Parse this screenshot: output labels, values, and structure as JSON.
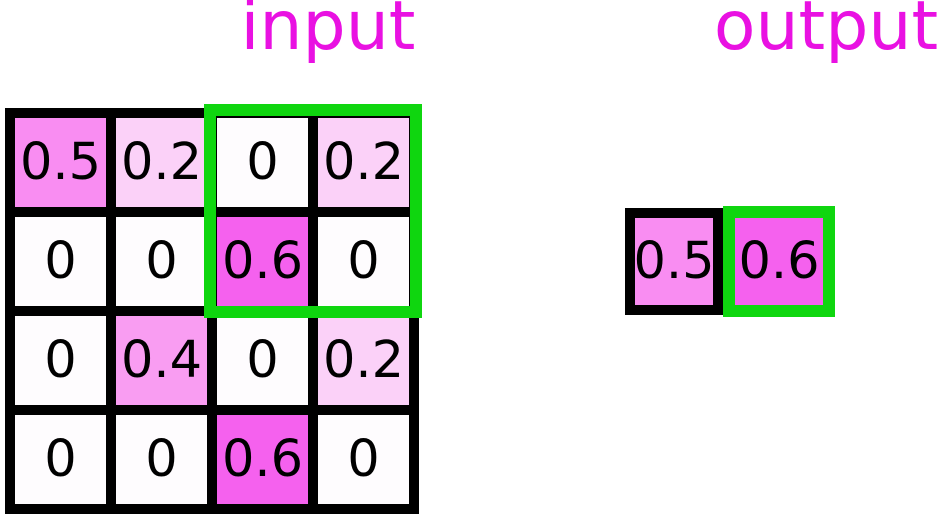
{
  "titles": {
    "input": "input",
    "output": "output"
  },
  "colors": {
    "title_text": "#e911e2",
    "highlight_green": "#0fd60f",
    "gridline_black": "#000000",
    "cell_text": "#000000",
    "background": "#ffffff",
    "value_fill_scale": {
      "0": "#fefcfe",
      "0.2": "#fbd1f8",
      "0.4": "#f99df2",
      "0.5": "#f98df2",
      "0.6": "#f561ee"
    }
  },
  "input_grid": {
    "rows": 4,
    "cols": 4,
    "values": [
      [
        "0.5",
        "0.2",
        "0",
        "0.2"
      ],
      [
        "0",
        "0",
        "0.6",
        "0"
      ],
      [
        "0",
        "0.4",
        "0",
        "0.2"
      ],
      [
        "0",
        "0",
        "0.6",
        "0"
      ]
    ],
    "cells": [
      {
        "value": "0.5",
        "color": "#f98df2"
      },
      {
        "value": "0.2",
        "color": "#fbd1f8"
      },
      {
        "value": "0",
        "color": "#fefcfe"
      },
      {
        "value": "0.2",
        "color": "#fbd1f8"
      },
      {
        "value": "0",
        "color": "#fefcfe"
      },
      {
        "value": "0",
        "color": "#fefcfe"
      },
      {
        "value": "0.6",
        "color": "#f561ee"
      },
      {
        "value": "0",
        "color": "#fefcfe"
      },
      {
        "value": "0",
        "color": "#fefcfe"
      },
      {
        "value": "0.4",
        "color": "#f99df2"
      },
      {
        "value": "0",
        "color": "#fefcfe"
      },
      {
        "value": "0.2",
        "color": "#fbd1f8"
      },
      {
        "value": "0",
        "color": "#fefcfe"
      },
      {
        "value": "0",
        "color": "#fefcfe"
      },
      {
        "value": "0.6",
        "color": "#f561ee"
      },
      {
        "value": "0",
        "color": "#fefcfe"
      }
    ],
    "highlight_region": {
      "rows": [
        0,
        1
      ],
      "cols": [
        2,
        3
      ]
    }
  },
  "output_grid": {
    "cells": [
      {
        "value": "0.5",
        "color": "#f98df2",
        "highlighted": false
      },
      {
        "value": "0.6",
        "color": "#f561ee",
        "highlighted": true
      }
    ]
  }
}
